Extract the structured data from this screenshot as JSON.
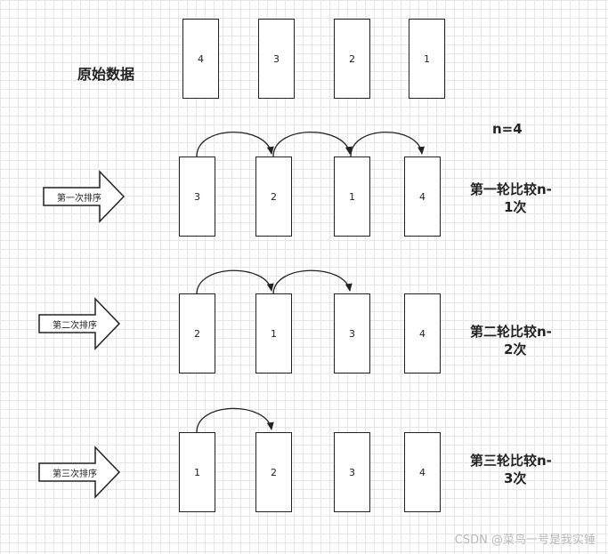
{
  "original": {
    "label": "原始数据",
    "values": [
      "4",
      "3",
      "2",
      "1"
    ]
  },
  "n_label": "n=4",
  "rounds": [
    {
      "arrow_label": "第一次排序",
      "values": [
        "3",
        "2",
        "1",
        "4"
      ],
      "label_line1": "第一轮比较n-",
      "label_line2": "1次"
    },
    {
      "arrow_label": "第二次排序",
      "values": [
        "2",
        "1",
        "3",
        "4"
      ],
      "label_line1": "第二轮比较n-",
      "label_line2": "2次"
    },
    {
      "arrow_label": "第三次排序",
      "values": [
        "1",
        "2",
        "3",
        "4"
      ],
      "label_line1": "第三轮比较n-",
      "label_line2": "3次"
    }
  ],
  "watermark": "CSDN @菜鸟一号是我实锤"
}
